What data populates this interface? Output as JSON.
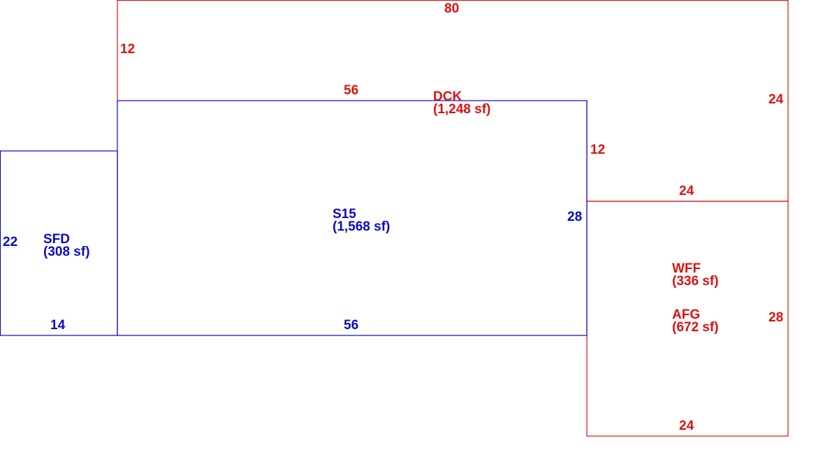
{
  "colors": {
    "blue_outline": "#0a0ac8",
    "red_outline": "#e01010"
  },
  "areas": {
    "sfd": {
      "code": "SFD",
      "area": "(308 sf)"
    },
    "s15": {
      "code": "S15",
      "area": "(1,568 sf)"
    },
    "dck": {
      "code": "DCK",
      "area": "(1,248 sf)"
    },
    "wff": {
      "code": "WFF",
      "area": "(336 sf)"
    },
    "afg": {
      "code": "AFG",
      "area": "(672 sf)"
    }
  },
  "dimensions": {
    "dck_top": "80",
    "dck_left": "12",
    "dck_right": "24",
    "dck_inner_right": "12",
    "dck_inner_bottom": "24",
    "s15_top": "56",
    "s15_bottom": "56",
    "s15_right": "28",
    "sfd_left": "22",
    "sfd_bottom": "14",
    "afg_right": "28",
    "afg_bottom": "24"
  }
}
